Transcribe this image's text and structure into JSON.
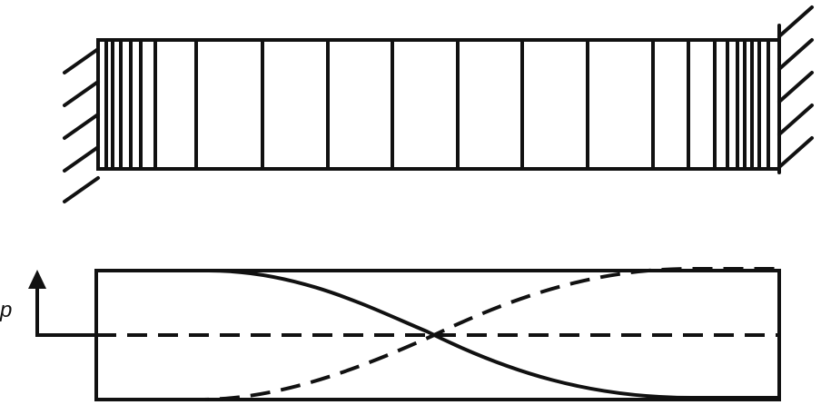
{
  "axis": {
    "symbol": "p"
  },
  "top_diagram": {
    "wall_count": 2,
    "grid_line_count": 23
  },
  "bottom_diagram": {
    "curves": [
      {
        "style": "solid"
      },
      {
        "style": "dashed"
      }
    ],
    "centerline_style": "dashed"
  },
  "colors": {
    "ink": "#111111",
    "background": "#ffffff"
  }
}
